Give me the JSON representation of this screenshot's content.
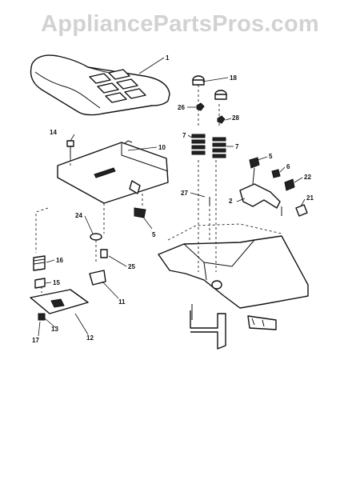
{
  "watermark": "AppliancePartsPros.com",
  "callouts": {
    "c1": "1",
    "c2": "2",
    "c5a": "5",
    "c5b": "5",
    "c6": "6",
    "c7a": "7",
    "c7b": "7",
    "c10": "10",
    "c11": "11",
    "c12": "12",
    "c13": "13",
    "c14": "14",
    "c15": "15",
    "c16": "16",
    "c17": "17",
    "c18": "18",
    "c21": "21",
    "c22": "22",
    "c24": "24",
    "c25": "25",
    "c26": "26",
    "c27": "27",
    "c28": "28"
  }
}
